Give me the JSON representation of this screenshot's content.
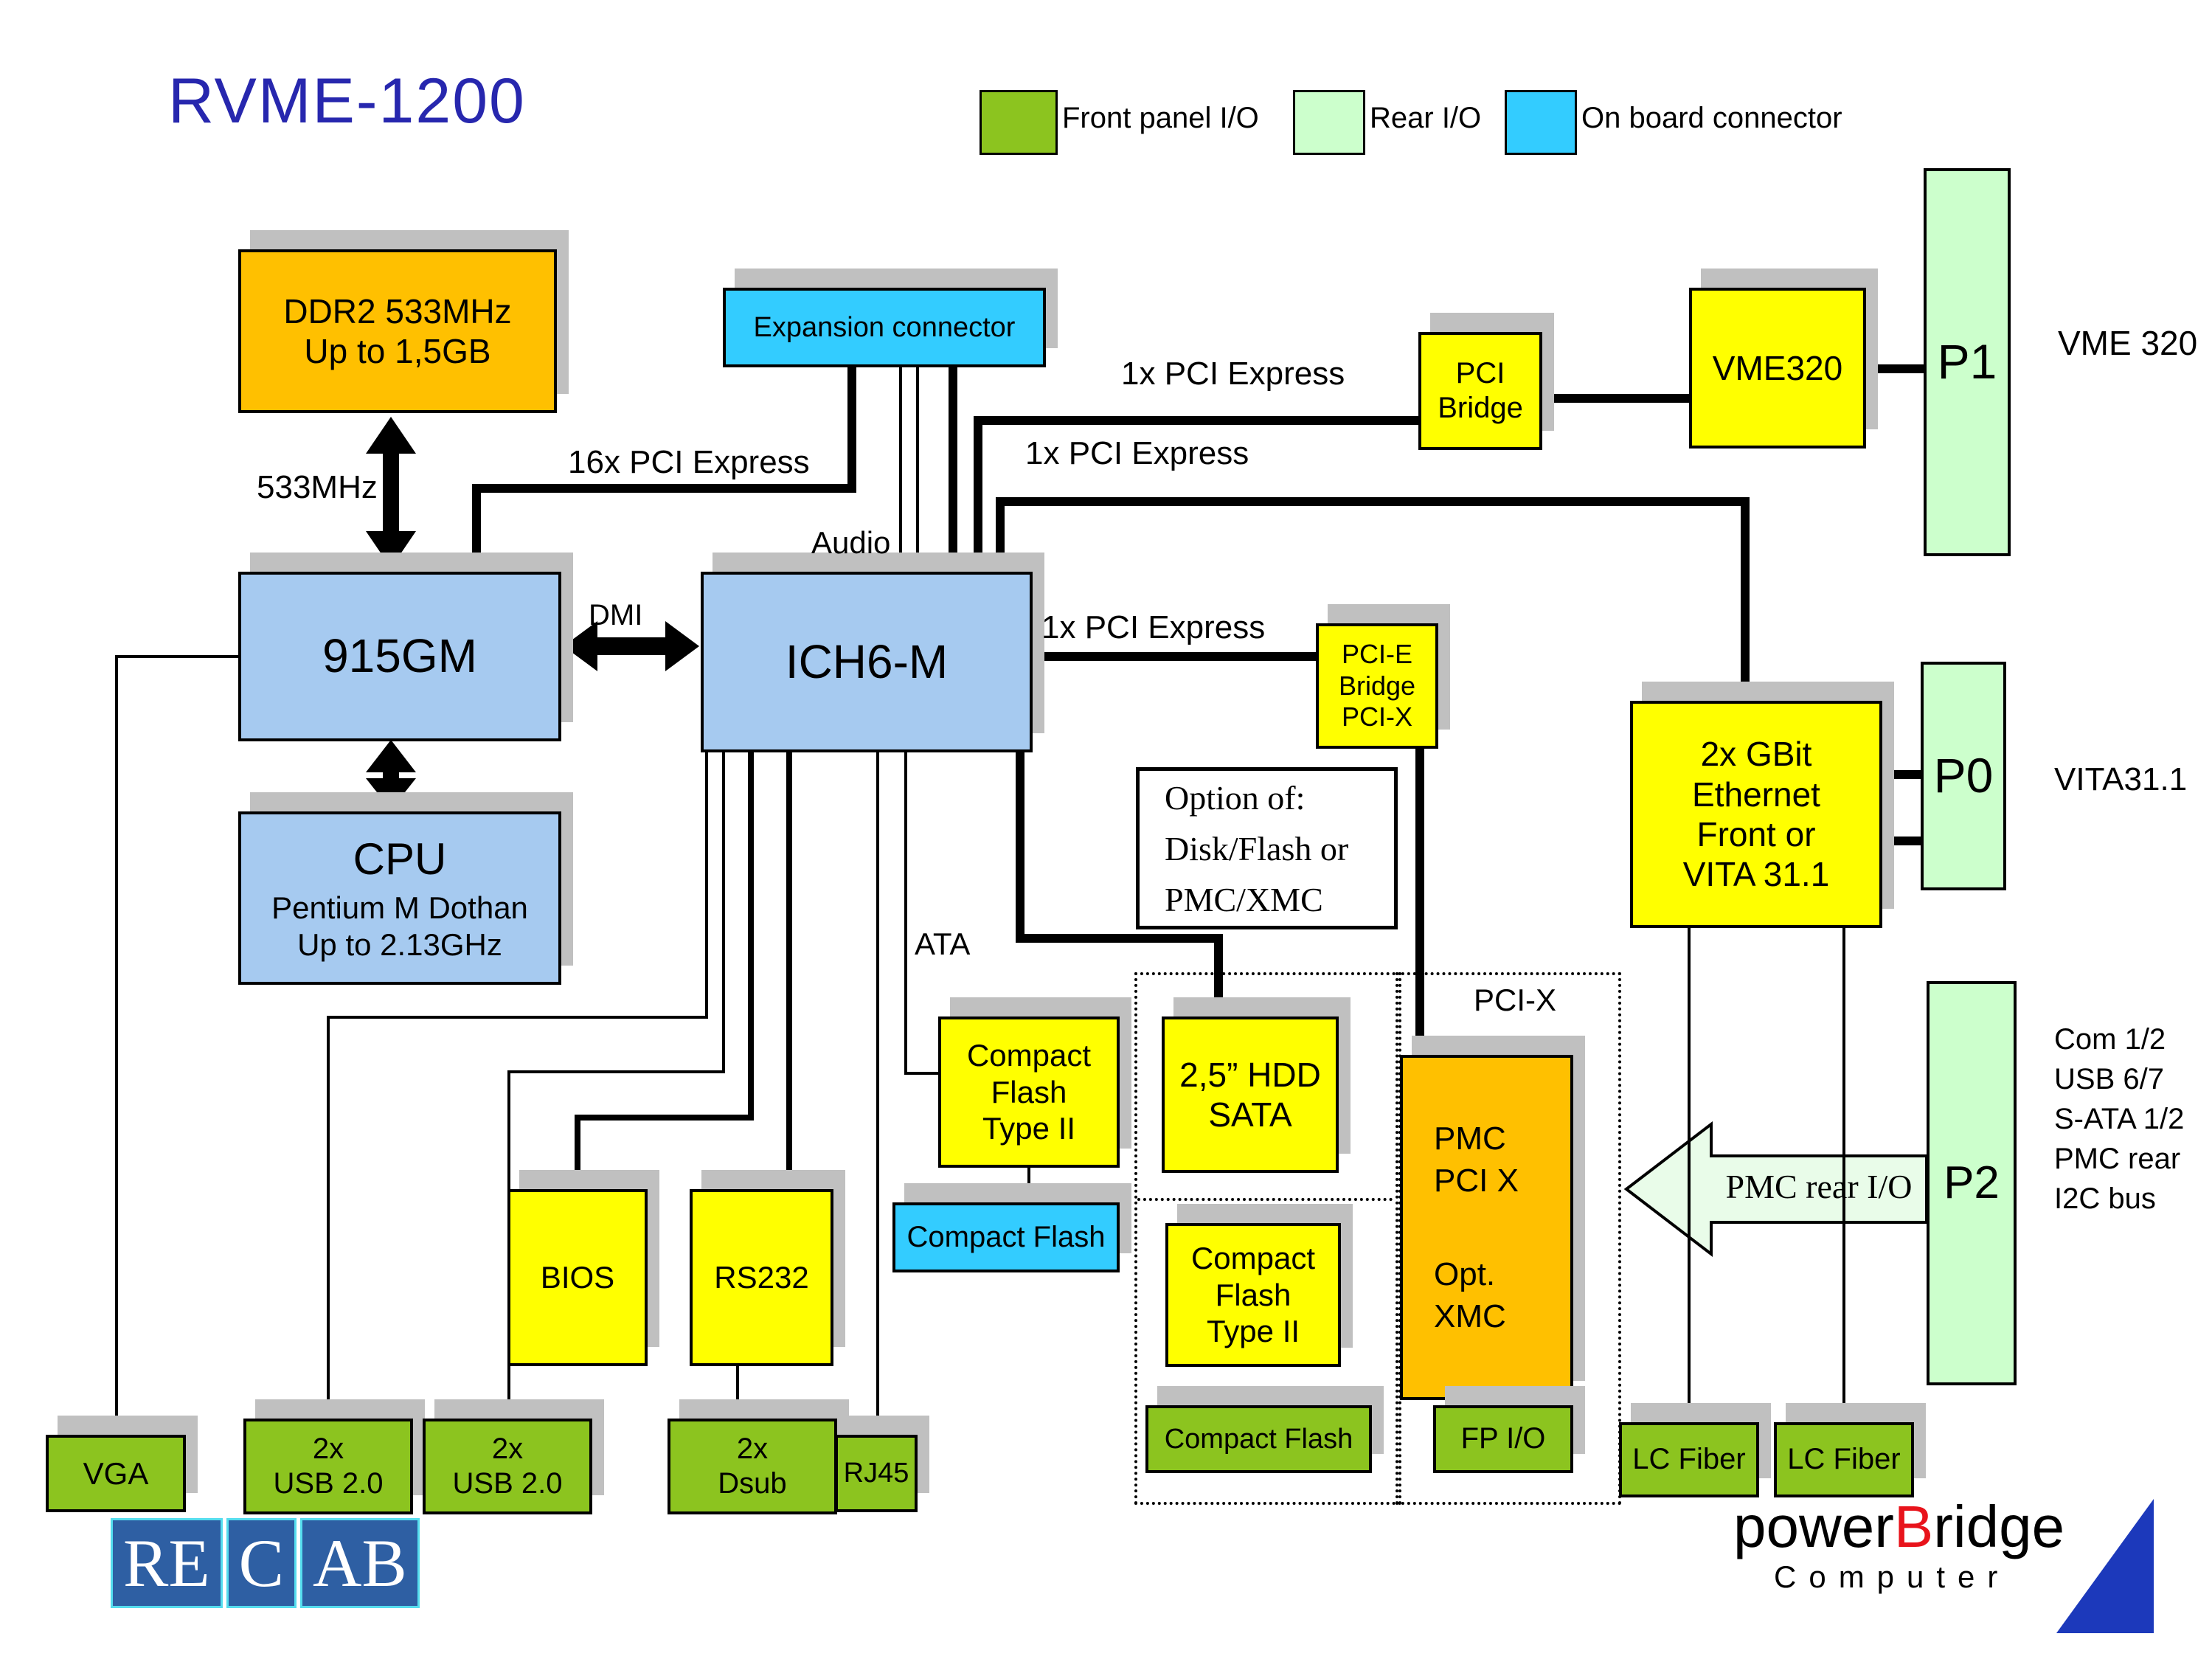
{
  "title": "RVME-1200",
  "legend": {
    "front": "Front panel I/O",
    "rear": "Rear I/O",
    "onboard": "On board connector"
  },
  "chips": {
    "ddr2": {
      "l1": "DDR2 533MHz",
      "l2": "Up to 1,5GB"
    },
    "expansion": "Expansion connector",
    "pci_bridge": {
      "l1": "PCI",
      "l2": "Bridge"
    },
    "vme320": "VME320",
    "northbridge": "915GM",
    "southbridge": "ICH6-M",
    "cpu": {
      "l1": "CPU",
      "l2": "Pentium M Dothan",
      "l3": "Up to 2.13GHz"
    },
    "pcie_bridge": {
      "l1": "PCI-E",
      "l2": "Bridge",
      "l3": "PCI-X"
    },
    "ethernet": {
      "l1": "2x GBit",
      "l2": "Ethernet",
      "l3": "Front or",
      "l4": "VITA 31.1"
    },
    "option": {
      "l1": "Option of:",
      "l2": "Disk/Flash or",
      "l3": "PMC/XMC"
    },
    "cf_type2_onboard": {
      "l1": "Compact",
      "l2": "Flash",
      "l3": "Type II"
    },
    "cf_connector_onboard": "Compact Flash",
    "hdd": {
      "l1": "2,5” HDD",
      "l2": "SATA"
    },
    "cf_type2_front": {
      "l1": "Compact",
      "l2": "Flash",
      "l3": "Type II"
    },
    "cf_connector_front": "Compact Flash",
    "pmc": {
      "l1": "PMC",
      "l2": "PCI X",
      "l3": "Opt.",
      "l4": "XMC"
    },
    "fp_io": "FP I/O",
    "bios": "BIOS",
    "rs232": "RS232",
    "vga": "VGA",
    "usb_left": {
      "l1": "2x",
      "l2": "USB 2.0"
    },
    "usb_right": {
      "l1": "2x",
      "l2": "USB 2.0"
    },
    "dsub": {
      "l1": "2x",
      "l2": "Dsub"
    },
    "rj45": "RJ45",
    "lc_fiber_left": "LC Fiber",
    "lc_fiber_right": "LC Fiber",
    "p1": "P1",
    "p0": "P0",
    "p2": "P2"
  },
  "bus_labels": {
    "pcie16": "16x PCI Express",
    "mhz533": "533MHz",
    "dmi": "DMI",
    "audio": "Audio",
    "pcie1_to_pci_bridge": "1x PCI Express",
    "pcie1_to_ethernet": "1x PCI Express",
    "pcie1_to_pcie_bridge": "1x PCI Express",
    "ata": "ATA",
    "pcix": "PCI-X",
    "pmc_rear_io": "PMC rear I/O"
  },
  "side_labels": {
    "p1_bus": "VME 320",
    "p0_bus": "VITA31.1",
    "p2_lines": [
      "Com 1/2",
      "USB 6/7",
      "S-ATA 1/2",
      "PMC rear",
      "I2C bus"
    ]
  },
  "logos": {
    "recab": {
      "seg1": "RE",
      "seg2": "C",
      "seg3": "AB"
    },
    "powerbridge": {
      "part1": "power",
      "part2": "B",
      "part3": "ridge",
      "subtitle": "Computer"
    }
  },
  "colors": {
    "front_panel": "#8CC41F",
    "rear_io": "#CCFFCC",
    "onboard": "#33CCFF",
    "chip_blue": "#A6CAF0",
    "yellow": "#FFFF00",
    "orange": "#FFC000",
    "shadow": "#C0C0C0",
    "title_blue": "#2727AE",
    "recab_blue": "#2E5FA3",
    "recab_border": "#55DDEE",
    "pb_red": "#E8131B",
    "pb_triangle": "#1C39BB",
    "arrow_fill": "#E9FCE9"
  }
}
